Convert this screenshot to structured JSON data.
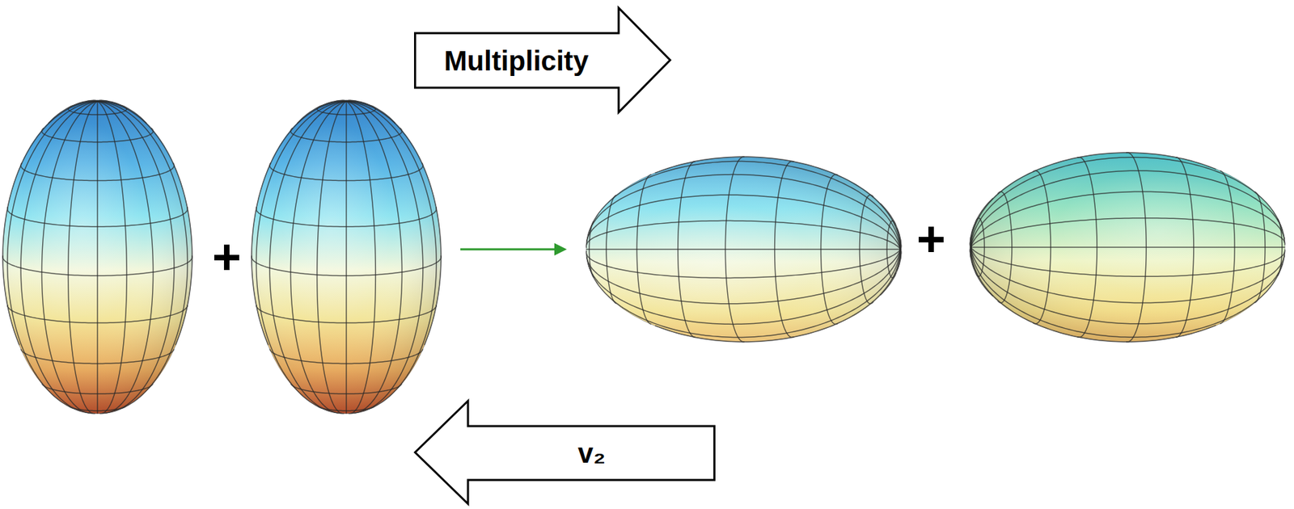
{
  "diagram": {
    "nodes": [
      {
        "text": [
          "Multiplicity"
        ]
      },
      {
        "text": [
          "v₂"
        ]
      }
    ],
    "labels": [
      "+",
      "+"
    ]
  }
}
